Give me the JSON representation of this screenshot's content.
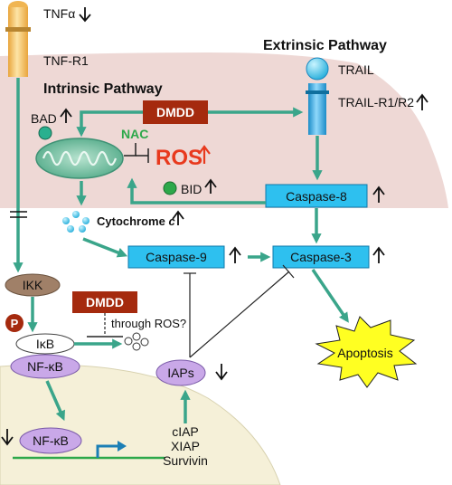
{
  "labels": {
    "tnfa": "TNFα",
    "tnf_r1": "TNF-R1",
    "extrinsic": "Extrinsic Pathway",
    "trail": "TRAIL",
    "trail_r": "TRAIL-R1/R2",
    "intrinsic": "Intrinsic Pathway",
    "bad": "BAD",
    "dmdd_top": "DMDD",
    "nac": "NAC",
    "ros": "ROS",
    "bid": "BID",
    "caspase8": "Caspase-8",
    "cytochrome": "Cytochrome",
    "cytochrome_c": "c",
    "caspase9": "Caspase-9",
    "caspase3": "Caspase-3",
    "ikk": "IKK",
    "dmdd_bottom": "DMDD",
    "p": "P",
    "through_ros": "through ROS?",
    "ikb": "IκB",
    "nfkb_cyto": "NF-κB",
    "iaps": "IAPs",
    "apoptosis": "Apoptosis",
    "nfkb_nuc": "NF-κB",
    "ciap": "cIAP",
    "xiap": "XIAP",
    "survivin": "Survivin"
  },
  "colors": {
    "arrow": "#3aa58a",
    "receptor_blue": "#2ba4dc",
    "caspase_fill": "#2ec0ef",
    "dmdd": "#a52a0e",
    "ros_red": "#e8391d",
    "nac_green": "#2da84a",
    "cell_region": "#eed8d5",
    "nucleus": "#f5f0d8",
    "ikk": "#a08068",
    "nfkb": "#c9a8e8",
    "apoptosis": "#ffff22",
    "tnf_receptor": "#f5c66a"
  }
}
